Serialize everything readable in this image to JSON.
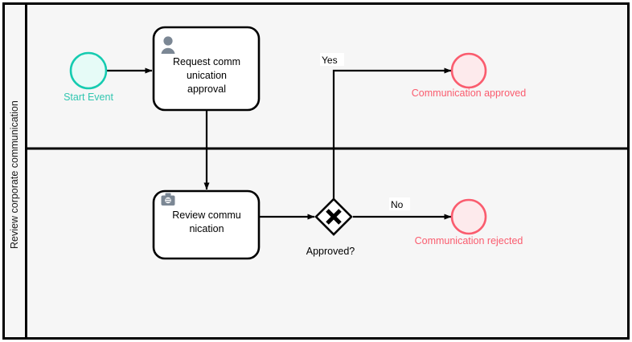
{
  "diagram": {
    "type": "bpmn-process-diagram",
    "pool": {
      "lane_label": "Review corporate communication",
      "background_color": "#f6f6f6",
      "border_color": "#000000"
    },
    "nodes": [
      {
        "id": "start-event",
        "kind": "start-event",
        "label": "Start Event",
        "label_color": "#31c6b0",
        "stroke_color": "#15cbb0",
        "fill_color": "#e6fbf7"
      },
      {
        "id": "task-request-approval",
        "kind": "user-task",
        "icon": "user-icon",
        "label": "Request comm unication approval",
        "label_lines": [
          "Request comm",
          "unication",
          "approval"
        ]
      },
      {
        "id": "task-review-communication",
        "kind": "manual-task",
        "icon": "briefcase-icon",
        "label": "Review commu nication",
        "label_lines": [
          "Review commu",
          "nication"
        ]
      },
      {
        "id": "gateway-approved",
        "kind": "exclusive-gateway",
        "label": "Approved?",
        "marker": "x-marker"
      },
      {
        "id": "end-event-approved",
        "kind": "end-event",
        "label": "Communication approved",
        "label_color": "#fa5c6e",
        "stroke_color": "#fa5c6e",
        "fill_color": "#fdeaec"
      },
      {
        "id": "end-event-rejected",
        "kind": "end-event",
        "label": "Communication rejected",
        "label_color": "#fa5c6e",
        "stroke_color": "#fa5c6e",
        "fill_color": "#fdeaec"
      }
    ],
    "flows": [
      {
        "id": "flow-start-to-request",
        "from": "start-event",
        "to": "task-request-approval",
        "label": ""
      },
      {
        "id": "flow-request-to-review",
        "from": "task-request-approval",
        "to": "task-review-communication",
        "label": ""
      },
      {
        "id": "flow-review-to-gateway",
        "from": "task-review-communication",
        "to": "gateway-approved",
        "label": ""
      },
      {
        "id": "flow-gateway-yes",
        "from": "gateway-approved",
        "to": "end-event-approved",
        "label": "Yes"
      },
      {
        "id": "flow-gateway-no",
        "from": "gateway-approved",
        "to": "end-event-rejected",
        "label": "No"
      }
    ]
  }
}
